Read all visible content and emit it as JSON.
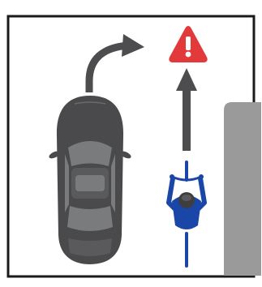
{
  "scene": {
    "frame": {
      "kind": "bordered-panel"
    },
    "car": {
      "icon": "car-top-view-icon",
      "maneuver": "turn-right"
    },
    "cyclist": {
      "icon": "cyclist-top-view-icon",
      "direction": "straight-ahead"
    },
    "warning": {
      "icon": "warning-triangle-icon",
      "symbol": "!"
    },
    "curb": {
      "icon": "curb-block"
    }
  },
  "colors": {
    "frame": "#1a1a1a",
    "car_body": "#4a4a4c",
    "car_glass": "#7a7b7d",
    "arrow": "#4d4d4f",
    "cyclist_jersey": "#1a46a8",
    "cyclist_helmet": "#3e3e40",
    "warning_fill": "#e23a3a",
    "warning_glyph": "#ffffff",
    "curb": "#9a9a9a"
  }
}
